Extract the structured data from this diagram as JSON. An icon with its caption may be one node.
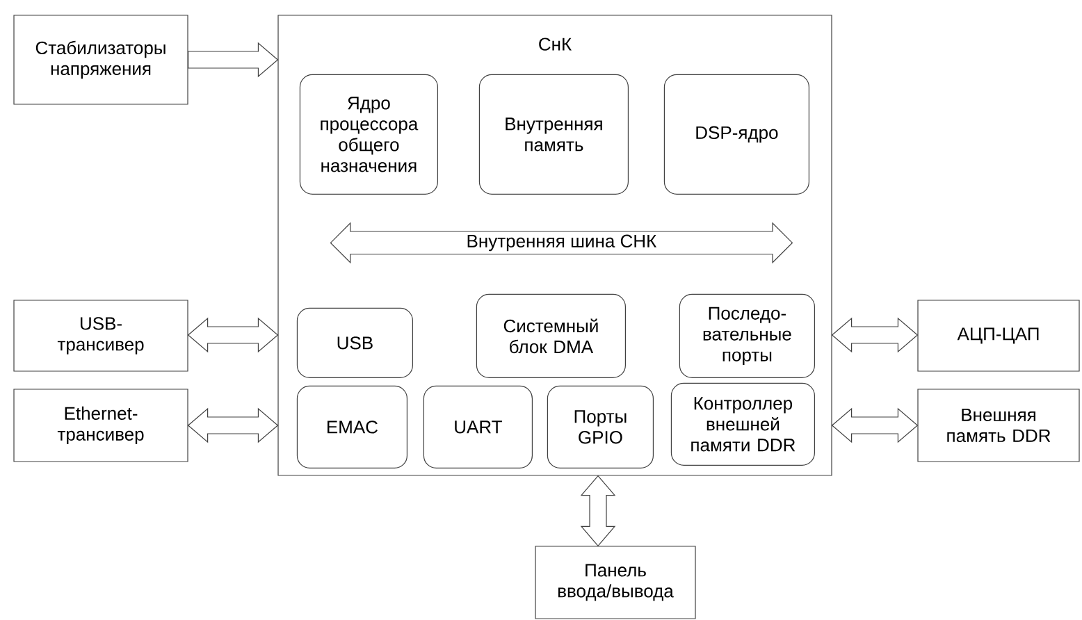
{
  "diagram": {
    "nodes": [
      {
        "text": [
          "Стабилизаторы напряжения"
        ]
      },
      {
        "text": [
          "СнК"
        ]
      },
      {
        "text": [
          "Ядро процессора общего назначения"
        ],
        "in": 1
      },
      {
        "text": [
          "Внутренняя память"
        ],
        "in": 1
      },
      {
        "text": [
          "DSP-ядро"
        ],
        "in": 1
      },
      {
        "text": [
          "Внутренняя шина СНК"
        ],
        "in": 1
      },
      {
        "text": [
          "USB-трансивер"
        ]
      },
      {
        "text": [
          "Ethernet-трансивер"
        ]
      },
      {
        "text": [
          "USB"
        ],
        "in": 1
      },
      {
        "text": [
          "Системный блок DMA"
        ],
        "in": 1
      },
      {
        "text": [
          "Последо- вательные порты"
        ],
        "in": 1
      },
      {
        "text": [
          "EMAC"
        ],
        "in": 1
      },
      {
        "text": [
          "UART"
        ],
        "in": 1
      },
      {
        "text": [
          "Порты GPIO"
        ],
        "in": 1
      },
      {
        "text": [
          "Контроллер внешней памяти DDR"
        ],
        "in": 1
      },
      {
        "text": [
          "АЦП-ЦАП"
        ]
      },
      {
        "text": [
          "Внешняя память DDR"
        ]
      },
      {
        "text": [
          "Панель ввода/вывода"
        ]
      }
    ],
    "edges": [
      {
        "from": 0,
        "to": 1,
        "arrow": "to"
      },
      {
        "from": 6,
        "to": 1,
        "arrow": "both"
      },
      {
        "from": 7,
        "to": 1,
        "arrow": "both"
      },
      {
        "from": 1,
        "to": 15,
        "arrow": "both"
      },
      {
        "from": 1,
        "to": 16,
        "arrow": "both"
      },
      {
        "from": 1,
        "to": 17,
        "arrow": "both"
      }
    ]
  }
}
